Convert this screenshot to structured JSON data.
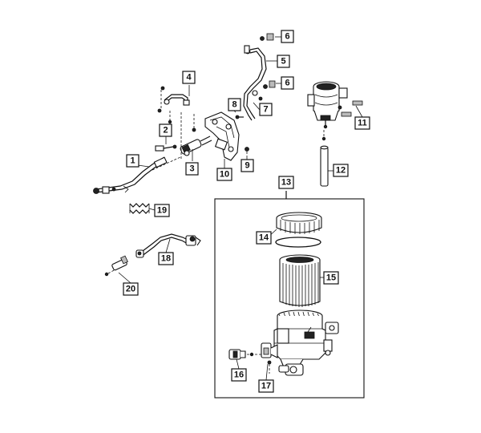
{
  "callouts": [
    {
      "id": "1",
      "label": "1"
    },
    {
      "id": "2",
      "label": "2"
    },
    {
      "id": "3",
      "label": "3"
    },
    {
      "id": "4",
      "label": "4"
    },
    {
      "id": "5",
      "label": "5"
    },
    {
      "id": "6a",
      "label": "6"
    },
    {
      "id": "6b",
      "label": "6"
    },
    {
      "id": "7",
      "label": "7"
    },
    {
      "id": "8",
      "label": "8"
    },
    {
      "id": "9",
      "label": "9"
    },
    {
      "id": "10",
      "label": "10"
    },
    {
      "id": "11",
      "label": "11"
    },
    {
      "id": "12",
      "label": "12"
    },
    {
      "id": "13",
      "label": "13"
    },
    {
      "id": "14",
      "label": "14"
    },
    {
      "id": "15",
      "label": "15"
    },
    {
      "id": "16",
      "label": "16"
    },
    {
      "id": "17",
      "label": "17"
    },
    {
      "id": "18",
      "label": "18"
    },
    {
      "id": "19",
      "label": "19"
    },
    {
      "id": "20",
      "label": "20"
    }
  ]
}
